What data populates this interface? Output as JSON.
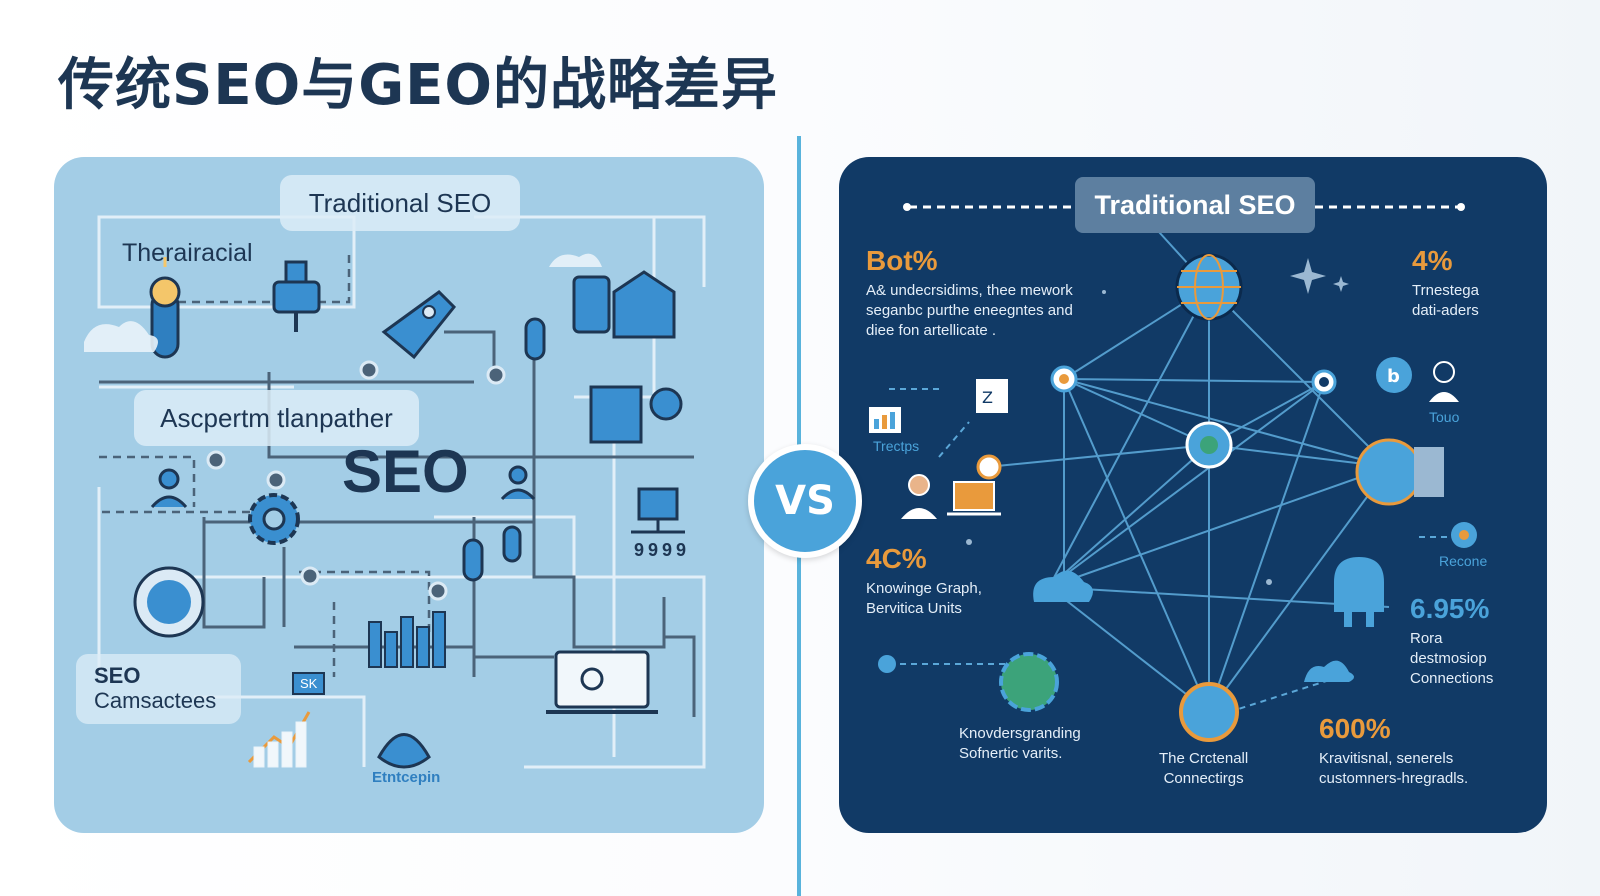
{
  "title": "传统SEO与GEO的战略差异",
  "vs_label": "VS",
  "colors": {
    "title": "#1d3653",
    "left_panel_bg": "#a3cde6",
    "right_panel_bg": "#113a66",
    "accent_blue": "#4aa3da",
    "accent_orange": "#e99a3c"
  },
  "left_panel": {
    "header": "Traditional SEO",
    "label_top": "Therairacial",
    "label_mid": "Ascpertm tlanpather",
    "big_label": "SEO",
    "bottom_label_line1": "SEO",
    "bottom_label_line2": "Camsactees",
    "chart_tag": "SK",
    "footer_label": "Etntcepin",
    "number_row": "9999",
    "icons": [
      "lightbulb-icon",
      "robot-icon",
      "rocket-icon",
      "server-icon",
      "building-icon",
      "gear-icon",
      "hierarchy-icon",
      "person-icon",
      "person-icon",
      "globe-icon",
      "bar-chart-icon",
      "laptop-icon",
      "hands-icon",
      "cloud-icon"
    ]
  },
  "right_panel": {
    "header": "Traditional SEO",
    "stat_tl_value": "Bot%",
    "stat_tl_text": [
      "A& undecrsidims, thee mework",
      "seganbc purthe eneegntes and",
      "diee fon artellicate ."
    ],
    "stat_tr_value": "4%",
    "stat_tr_text": [
      "Trnestega",
      "dati-aders"
    ],
    "label_trectps": "Trectps",
    "label_touo": "Touo",
    "stat_ml_value": "4C%",
    "stat_ml_text": [
      "Knowinge Graph,",
      "Bervitica Units"
    ],
    "label_recone": "Recone",
    "stat_mr_value": "6.95%",
    "stat_mr_text": [
      "Rora",
      "destmosiop",
      "Connections"
    ],
    "bottom_left_text": [
      "Knovdersgranding",
      "Sofnertic varits."
    ],
    "bottom_center_text": [
      "The Crctenall",
      "Connectirgs"
    ],
    "stat_br_value": "600%",
    "stat_br_text": [
      "Kravitisnal, senerels",
      "customners-hregradls."
    ],
    "icons": [
      "globe-icon",
      "network-node-icon",
      "person-icon",
      "laptop-icon",
      "chart-icon",
      "document-icon",
      "chat-icon",
      "user-icon",
      "robot-icon",
      "cloud-icon",
      "earth-icon"
    ]
  }
}
